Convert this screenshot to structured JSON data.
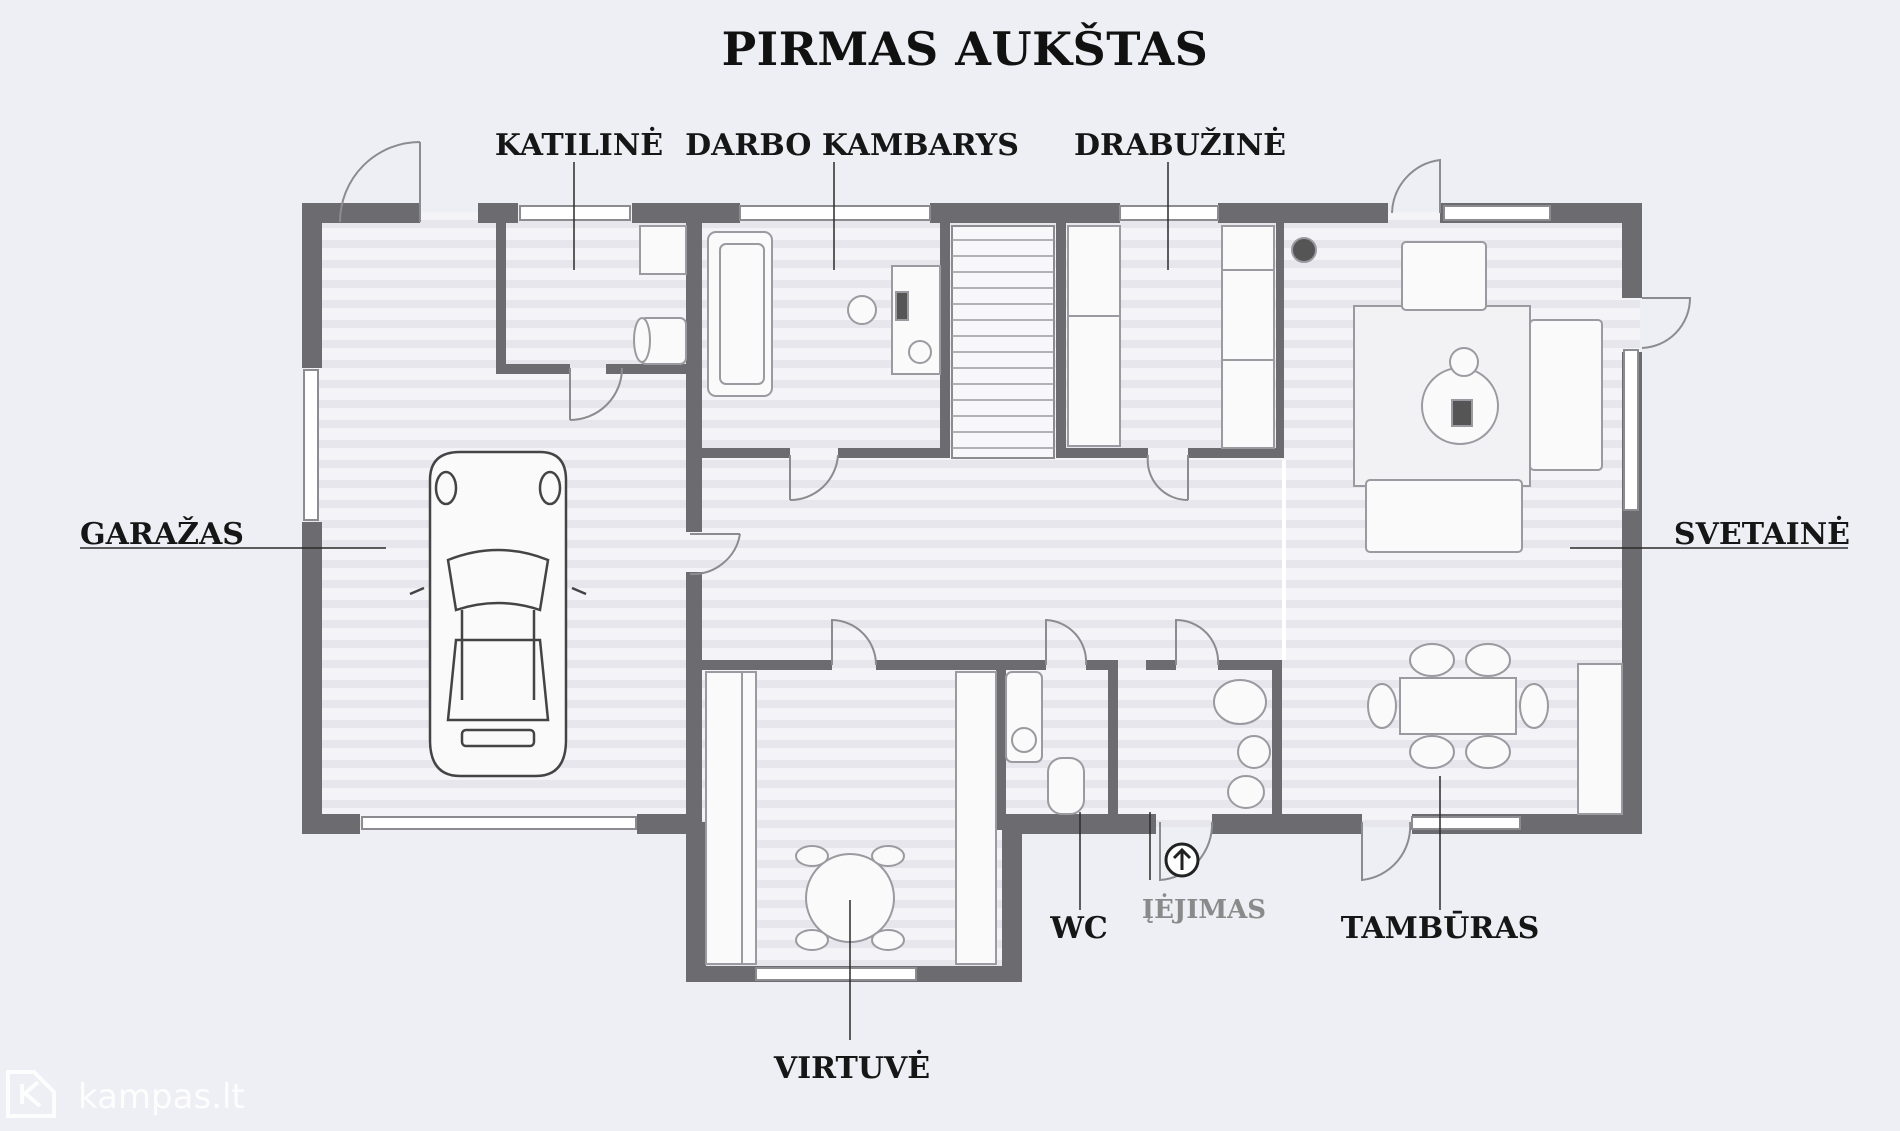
{
  "title": "PIRMAS AUKŠTAS",
  "rooms": {
    "katiline": "KATILINĖ",
    "darbo_kambarys": "DARBO KAMBARYS",
    "drabuzine": "DRABUŽINĖ",
    "garazas": "GARAŽAS",
    "svetaine": "SVETAINĖ",
    "wc": "WC",
    "iejimas": "ĮĖJIMAS",
    "tamburas": "TAMBŪRAS",
    "virtuve": "VIRTUVĖ"
  },
  "watermark": "kampas.lt",
  "colors": {
    "background": "#eeeff4",
    "wall": "#6c6c70",
    "floor": "#f4f4f8",
    "floor_stripe": "#e6e6ec"
  }
}
